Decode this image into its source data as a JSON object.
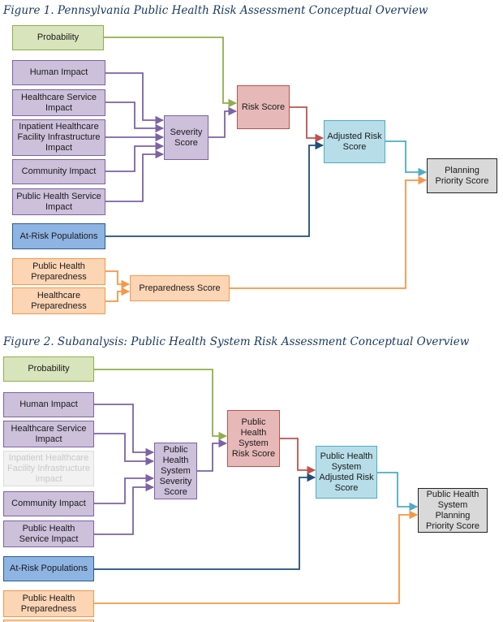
{
  "figure1": {
    "title": "Figure 1. Pennsylvania Public Health Risk Assessment Conceptual Overview",
    "nodes": {
      "probability": "Probability",
      "human_impact": "Human Impact",
      "healthcare_service_impact": "Healthcare Service Impact",
      "inpatient_infrastructure_impact": "Inpatient Healthcare Facility Infrastructure Impact",
      "community_impact": "Community Impact",
      "public_health_service_impact": "Public Health Service Impact",
      "at_risk_populations": "At-Risk Populations",
      "public_health_preparedness": "Public Health Preparedness",
      "healthcare_preparedness": "Healthcare Preparedness",
      "severity_score": "Severity Score",
      "risk_score": "Risk Score",
      "adjusted_risk_score": "Adjusted Risk Score",
      "preparedness_score": "Preparedness Score",
      "planning_priority_score": "Planning Priority Score"
    }
  },
  "figure2": {
    "title": "Figure 2. Subanalysis: Public Health System Risk Assessment Conceptual Overview",
    "nodes": {
      "probability": "Probability",
      "human_impact": "Human Impact",
      "healthcare_service_impact": "Healthcare Service Impact",
      "inpatient_infrastructure_impact": "Inpatient Healthcare Facility Infrastructure Impact",
      "community_impact": "Community Impact",
      "public_health_service_impact": "Public Health Service Impact",
      "at_risk_populations": "At-Risk Populations",
      "public_health_preparedness": "Public Health Preparedness",
      "severity_score": "Public Health System Severity Score",
      "risk_score": "Public Health System Risk Score",
      "adjusted_risk_score": "Public Health System Adjusted Risk Score",
      "planning_priority_score": "Public Health System Planning Priority Score"
    }
  },
  "colors": {
    "green": "#8db04a",
    "purple": "#7c62a6",
    "red": "#c0504d",
    "light_blue": "#4bacc6",
    "navy": "#1f4e79",
    "orange": "#f79646",
    "title": "#17375e"
  }
}
